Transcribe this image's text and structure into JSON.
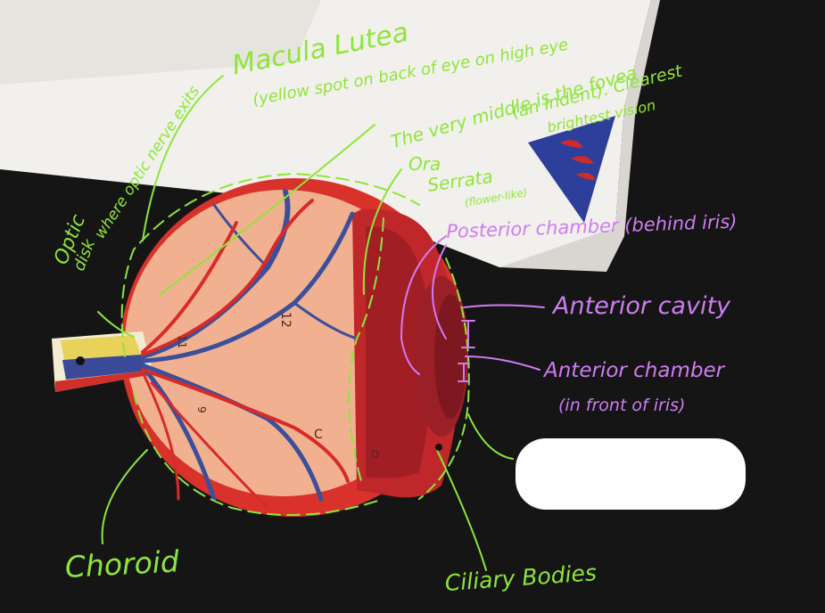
{
  "annotations": {
    "macula_lutea": "Macula Lutea",
    "macula_note": "(yellow spot on back of eye on high eye",
    "fovea_note_line1": "The very middle is the fovea",
    "fovea_note_line2": "(an indent). Clearest",
    "fovea_note_line3": "brightest vision",
    "optic_nerve_exits": "where optic nerve exits",
    "optic_disk_line1": "Optic",
    "optic_disk_line2": "disk",
    "ora_serrata_line1": "Ora",
    "ora_serrata_line2": "Serrata",
    "ora_serrata_line3": "(flower-like)",
    "posterior_chamber": "Posterior chamber (behind iris)",
    "anterior_cavity": "Anterior cavity",
    "anterior_chamber_line1": "Anterior chamber",
    "anterior_chamber_line2": "(in front of iris)",
    "choroid": "Choroid",
    "ciliary_bodies": "Ciliary Bodies"
  },
  "model_marks": {
    "mark_1": "C",
    "mark_2": "D",
    "mark_3": "12",
    "mark_4": "11",
    "mark_5": "9"
  },
  "colors": {
    "green_ink": "#8ee53a",
    "purple_ink": "#cf7cf3",
    "sclera_red": "#d8322a",
    "retina_peach": "#f1b191",
    "vein_blue": "#3c4f9a",
    "artery_red": "#d82a27",
    "base_white": "#f2f0ec",
    "background": "#151515"
  },
  "icons": {
    "logo": "blue-red-triangle-logo"
  }
}
